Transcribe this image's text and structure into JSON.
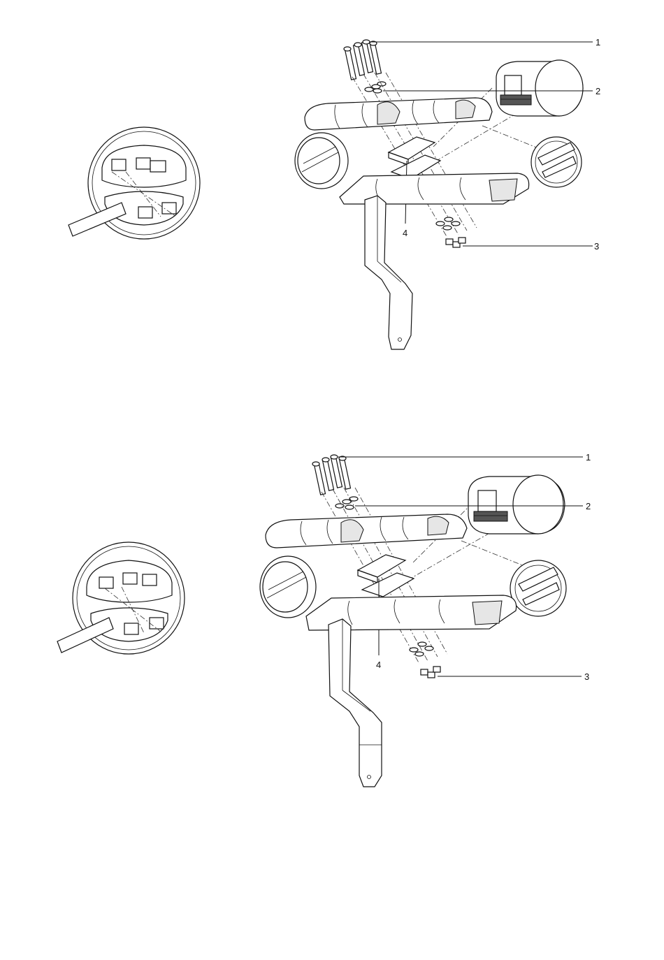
{
  "diagrams": [
    {
      "id": "assembly-top",
      "callouts": [
        {
          "number": "1",
          "target": "screws"
        },
        {
          "number": "2",
          "target": "washers"
        },
        {
          "number": "3",
          "target": "nuts"
        },
        {
          "number": "4",
          "target": "clamp-plate"
        }
      ]
    },
    {
      "id": "assembly-bottom",
      "callouts": [
        {
          "number": "1",
          "target": "screws"
        },
        {
          "number": "2",
          "target": "washers"
        },
        {
          "number": "3",
          "target": "nuts"
        },
        {
          "number": "4",
          "target": "clamp-plate"
        }
      ]
    }
  ],
  "colors": {
    "line": "#111111",
    "shade": "#e6e6e6",
    "background": "#ffffff"
  }
}
